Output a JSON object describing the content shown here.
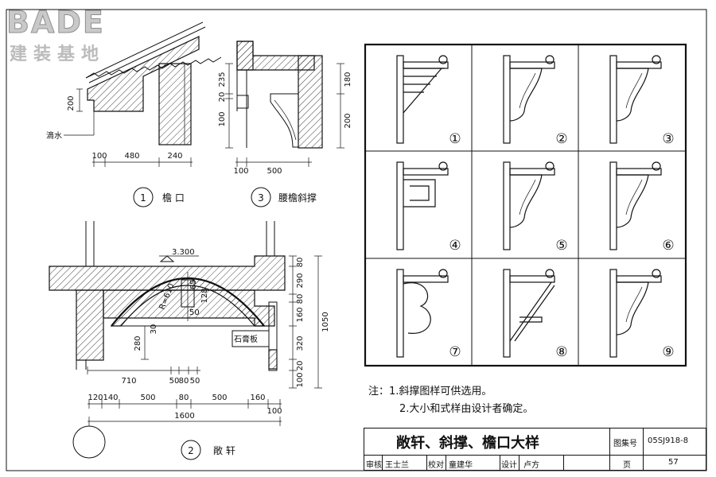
{
  "logo": {
    "main": "BADE",
    "sub": "建装基地"
  },
  "detail1": {
    "number": "1",
    "title": "檐  口",
    "label_drip": "滴水",
    "dim_200": "200",
    "dims_bottom": [
      "100",
      "480",
      "240"
    ]
  },
  "detail3": {
    "number": "3",
    "title": "腰檐斜撑",
    "dims_left": [
      "235",
      "20",
      "100"
    ],
    "dims_right": [
      "180",
      "200"
    ],
    "dims_bottom": [
      "100",
      "500"
    ]
  },
  "detail2": {
    "number": "2",
    "title": "敞  轩",
    "level": "3.300",
    "radius": "R=610",
    "dim_65": "65",
    "dim_128": "128",
    "dim_50a": "50",
    "dim_30": "30",
    "dim_280": "280",
    "label_gypsum": "石膏板",
    "dims_right": [
      "80",
      "290",
      "80",
      "160",
      "320",
      "20",
      "100"
    ],
    "total_right": "1050",
    "dims_mid": [
      "710",
      "50",
      "80",
      "50"
    ],
    "dims_bottom": [
      "120",
      "140",
      "500",
      "80",
      "500",
      "160",
      "100"
    ],
    "total_bottom": "1600"
  },
  "brackets": {
    "labels": [
      "①",
      "②",
      "③",
      "④",
      "⑤",
      "⑥",
      "⑦",
      "⑧",
      "⑨"
    ]
  },
  "notes": {
    "prefix": "注：",
    "line1": "1.斜撑图样可供选用。",
    "line2": "2.大小和式样由设计者确定。"
  },
  "titleblock": {
    "title": "敞轩、斜撑、檐口大样",
    "atlas_label": "图集号",
    "atlas_no": "05SJ918-8",
    "review_label": "审核",
    "review_name": "王士兰",
    "check_label": "校对",
    "check_name": "童建华",
    "design_label": "设计",
    "design_name": "卢方",
    "page_label": "页",
    "page_no": "57"
  }
}
